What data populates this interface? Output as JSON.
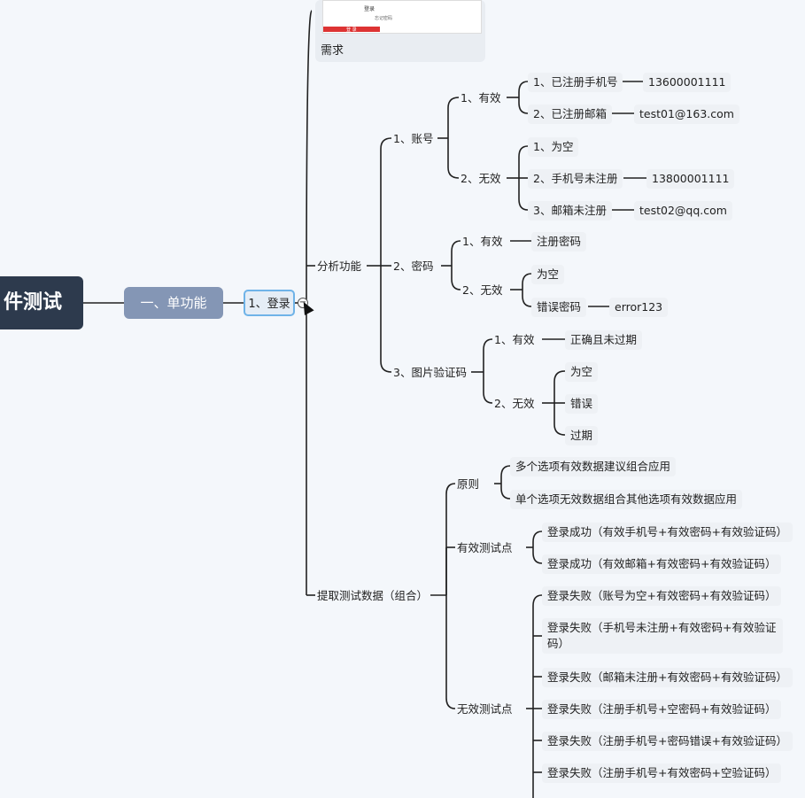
{
  "root": {
    "label": "件测试"
  },
  "level1": {
    "label": "一、单功能"
  },
  "level2": {
    "label": "1、登录",
    "collapse_symbol": "−"
  },
  "requirement": {
    "label": "需求",
    "thumb_title": "登录",
    "thumb_small": "忘记密码",
    "thumb_button": "登 录"
  },
  "analysis": {
    "label": "分析功能",
    "account": {
      "label": "1、账号",
      "valid": {
        "label": "1、有效",
        "items": [
          {
            "label": "1、已注册手机号",
            "value": "13600001111"
          },
          {
            "label": "2、已注册邮箱",
            "value": "test01@163.com"
          }
        ]
      },
      "invalid": {
        "label": "2、无效",
        "items": [
          {
            "label": "1、为空",
            "value": ""
          },
          {
            "label": "2、手机号未注册",
            "value": "13800001111"
          },
          {
            "label": "3、邮箱未注册",
            "value": "test02@qq.com"
          }
        ]
      }
    },
    "password": {
      "label": "2、密码",
      "valid": {
        "label": "1、有效",
        "items": [
          {
            "label": "注册密码"
          }
        ]
      },
      "invalid": {
        "label": "2、无效",
        "items": [
          {
            "label": "为空",
            "value": ""
          },
          {
            "label": "错误密码",
            "value": "error123"
          }
        ]
      }
    },
    "captcha": {
      "label": "3、图片验证码",
      "valid": {
        "label": "1、有效",
        "items": [
          {
            "label": "正确且未过期"
          }
        ]
      },
      "invalid": {
        "label": "2、无效",
        "items": [
          {
            "label": "为空"
          },
          {
            "label": "错误"
          },
          {
            "label": "过期"
          }
        ]
      }
    }
  },
  "extract": {
    "label": "提取测试数据（组合）",
    "principle": {
      "label": "原则",
      "items": [
        "多个选项有效数据建议组合应用",
        "单个选项无效数据组合其他选项有效数据应用"
      ]
    },
    "valid_points": {
      "label": "有效测试点",
      "items": [
        "登录成功（有效手机号+有效密码+有效验证码）",
        "登录成功（有效邮箱+有效密码+有效验证码）"
      ]
    },
    "invalid_points": {
      "label": "无效测试点",
      "items": [
        "登录失败（账号为空+有效密码+有效验证码）",
        "登录失败（手机号未注册+有效密码+有效验证",
        "码）",
        "登录失败（邮箱未注册+有效密码+有效验证码）",
        "登录失败（注册手机号+空密码+有效验证码）",
        "登录失败（注册手机号+密码错误+有效验证码）",
        "登录失败（注册手机号+有效密码+空验证码）"
      ]
    }
  }
}
